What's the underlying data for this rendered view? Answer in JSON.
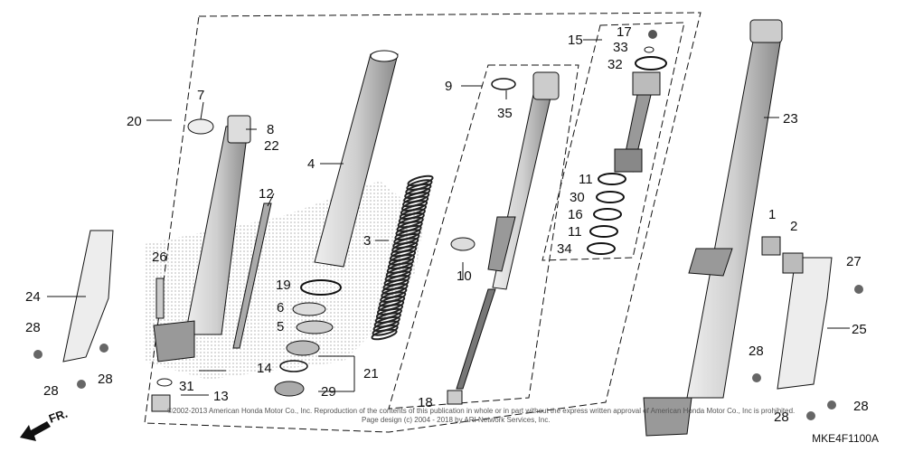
{
  "callouts": {
    "c1": "1",
    "c2": "2",
    "c3": "3",
    "c4": "4",
    "c5": "5",
    "c6": "6",
    "c7": "7",
    "c8": "8",
    "c9": "9",
    "c10": "10",
    "c11a": "11",
    "c11b": "11",
    "c12": "12",
    "c13": "13",
    "c14": "14",
    "c15": "15",
    "c16": "16",
    "c17": "17",
    "c18": "18",
    "c19": "19",
    "c20": "20",
    "c21": "21",
    "c22": "22",
    "c23": "23",
    "c24": "24",
    "c25": "25",
    "c26": "26",
    "c27": "27",
    "c28a": "28",
    "c28b": "28",
    "c28c": "28",
    "c28d": "28",
    "c28e": "28",
    "c28f": "28",
    "c29": "29",
    "c30": "30",
    "c31": "31",
    "c32": "32",
    "c33": "33",
    "c34": "34",
    "c35": "35"
  },
  "front_label": "FR.",
  "copyright": "©2002-2013 American Honda Motor Co., Inc. Reproduction of the contents of this publication in whole or in part without the express written approval of American Honda Motor Co., Inc is prohibited.",
  "page_design": "Page design (c) 2004 - 2018 by ARI Network Services, Inc.",
  "diagram_code": "MKE4F1100A",
  "colors": {
    "ink": "#111111",
    "halftone": "#bdbdbd",
    "part_fill": "#d9d9d9"
  }
}
